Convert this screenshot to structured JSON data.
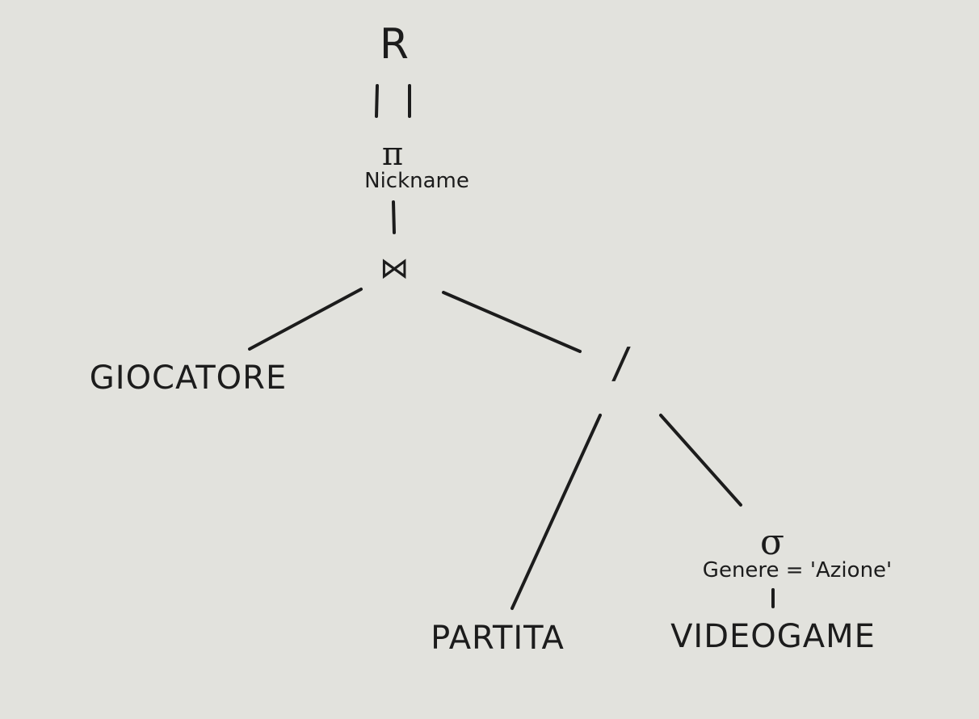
{
  "tree": {
    "root": "R",
    "projection": {
      "symbol": "π",
      "attribute": "Nickname"
    },
    "join": {
      "symbol": "⋈"
    },
    "giocatore": "GIOCATORE",
    "division": {
      "symbol": "/"
    },
    "partita": "PARTITA",
    "selection": {
      "symbol": "σ",
      "condition": "Genere = 'Azione'"
    },
    "videogame": "VIDEOGAME"
  },
  "colors": {
    "background": "#e2e2dd",
    "ink": "#1c1c1c"
  }
}
